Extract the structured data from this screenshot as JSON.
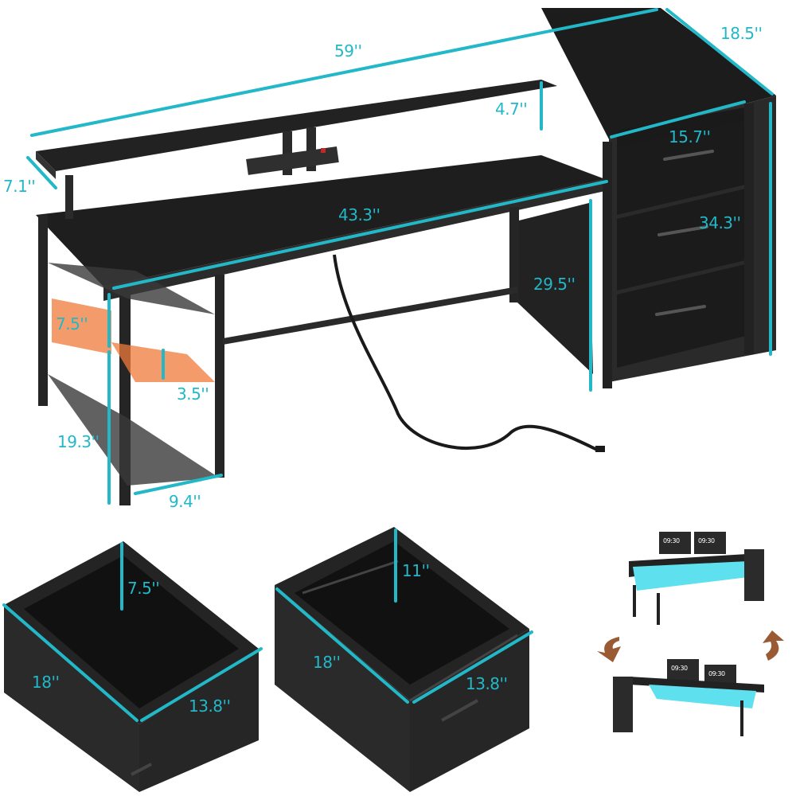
{
  "accent_color": "#22b8c8",
  "highlight_color": "#f07a3a",
  "desk": {
    "overall_width": "59''",
    "overall_depth": "18.5''",
    "monitor_shelf_depth": "7.1''",
    "monitor_shelf_height": "4.7''",
    "desktop_width": "43.3''",
    "cabinet_width": "15.7''",
    "cabinet_height": "34.3''",
    "desk_height": "29.5''",
    "shelf_spacing": "7.5''",
    "shelf_adjust": "3.5''",
    "shelf_height": "19.3''",
    "shelf_depth": "9.4''"
  },
  "drawers": {
    "small": {
      "depth": "7.5''",
      "length": "18''",
      "width": "13.8''"
    },
    "large": {
      "depth": "11''",
      "length": "18''",
      "width": "13.8''"
    }
  },
  "reversible_preview": {
    "clock_text": [
      "09:30",
      "09:30",
      "09:30",
      "09:30"
    ]
  }
}
